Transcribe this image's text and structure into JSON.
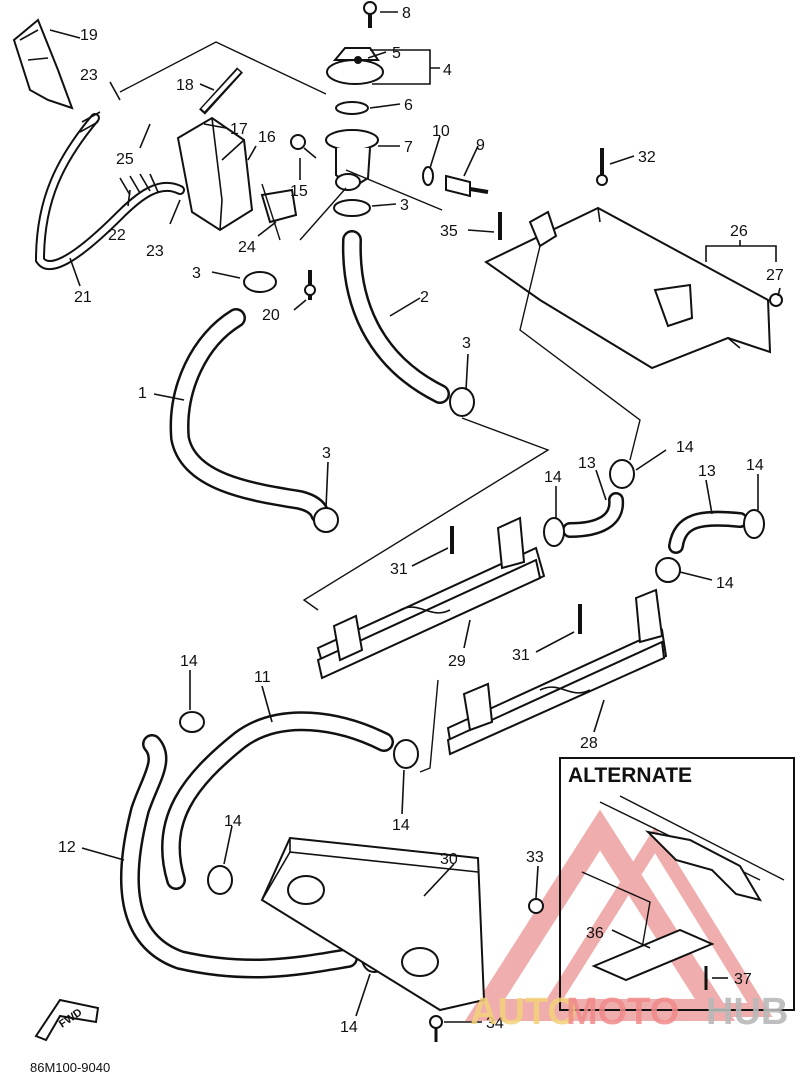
{
  "callouts": [
    {
      "id": "c8",
      "text": "8"
    },
    {
      "id": "c5",
      "text": "5"
    },
    {
      "id": "c4",
      "text": "4"
    },
    {
      "id": "c6",
      "text": "6"
    },
    {
      "id": "c7",
      "text": "7"
    },
    {
      "id": "c10",
      "text": "10"
    },
    {
      "id": "c9",
      "text": "9"
    },
    {
      "id": "c3a",
      "text": "3"
    },
    {
      "id": "c32",
      "text": "32"
    },
    {
      "id": "c35",
      "text": "35"
    },
    {
      "id": "c26",
      "text": "26"
    },
    {
      "id": "c27",
      "text": "27"
    },
    {
      "id": "c19",
      "text": "19"
    },
    {
      "id": "c23a",
      "text": "23"
    },
    {
      "id": "c18",
      "text": "18"
    },
    {
      "id": "c17",
      "text": "17"
    },
    {
      "id": "c25",
      "text": "25"
    },
    {
      "id": "c16",
      "text": "16"
    },
    {
      "id": "c15",
      "text": "15"
    },
    {
      "id": "c22",
      "text": "22"
    },
    {
      "id": "c23b",
      "text": "23"
    },
    {
      "id": "c24",
      "text": "24"
    },
    {
      "id": "c21",
      "text": "21"
    },
    {
      "id": "c3b",
      "text": "3"
    },
    {
      "id": "c20",
      "text": "20"
    },
    {
      "id": "c2",
      "text": "2"
    },
    {
      "id": "c3c",
      "text": "3"
    },
    {
      "id": "c1",
      "text": "1"
    },
    {
      "id": "c3d",
      "text": "3"
    },
    {
      "id": "c14a",
      "text": "14"
    },
    {
      "id": "c13a",
      "text": "13"
    },
    {
      "id": "c14b",
      "text": "14"
    },
    {
      "id": "c13b",
      "text": "13"
    },
    {
      "id": "c14c",
      "text": "14"
    },
    {
      "id": "c14d",
      "text": "14"
    },
    {
      "id": "c31a",
      "text": "31"
    },
    {
      "id": "c29",
      "text": "29"
    },
    {
      "id": "c31b",
      "text": "31"
    },
    {
      "id": "c28",
      "text": "28"
    },
    {
      "id": "c14e",
      "text": "14"
    },
    {
      "id": "c11",
      "text": "11"
    },
    {
      "id": "c14f",
      "text": "14"
    },
    {
      "id": "c12",
      "text": "12"
    },
    {
      "id": "c14g",
      "text": "14"
    },
    {
      "id": "c30",
      "text": "30"
    },
    {
      "id": "c33",
      "text": "33"
    },
    {
      "id": "c14h",
      "text": "14"
    },
    {
      "id": "c34",
      "text": "34"
    },
    {
      "id": "c36",
      "text": "36"
    },
    {
      "id": "c37",
      "text": "37"
    }
  ],
  "alternate_label": "ALTERNATE",
  "front_marker": "FWD",
  "drawing_code": "86M100-9040",
  "watermark": {
    "part1": "AUTO",
    "part2": "MOTO",
    "part3": "HUB",
    "colors": {
      "auto": "#f3d27a",
      "moto": "#f08a8a",
      "hub": "#b9b9b9",
      "logo": "#e56b6b"
    }
  }
}
